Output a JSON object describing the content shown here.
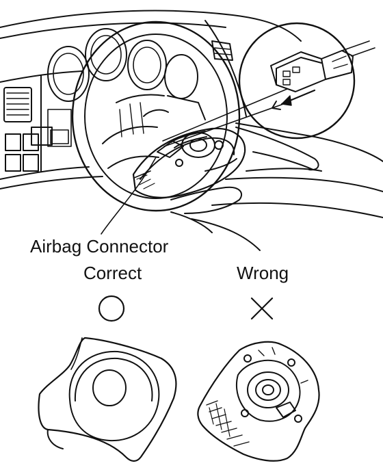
{
  "labels": {
    "connector": "Airbag Connector",
    "correct": "Correct",
    "wrong": "Wrong"
  },
  "symbols": {
    "correct": "circle-mark",
    "wrong": "cross-mark"
  },
  "colors": {
    "ink": "#111111",
    "paper": "#ffffff"
  }
}
